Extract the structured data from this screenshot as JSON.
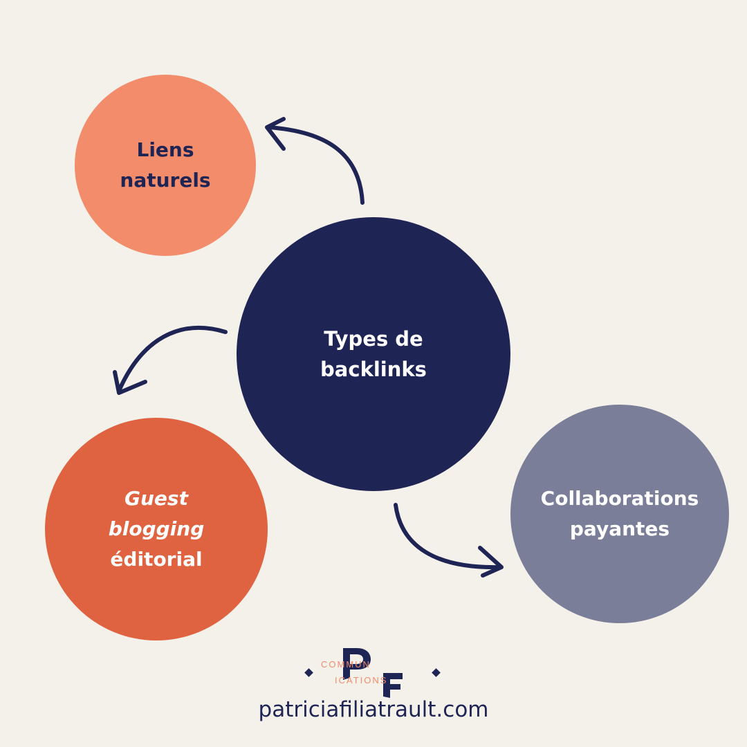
{
  "center": {
    "line1": "Types de",
    "line2": "backlinks"
  },
  "nodes": {
    "liens": {
      "line1": "Liens",
      "line2": "naturels"
    },
    "guest": {
      "line1": "Guest",
      "line2": "blogging",
      "line3": "éditorial"
    },
    "collab": {
      "line1": "Collaborations",
      "line2": "payantes"
    }
  },
  "logo": {
    "letters": "PF",
    "word": "COMMUNICATIONS",
    "part1": "COMMUN",
    "part2": "ICATIONS"
  },
  "footer": {
    "url": "patriciafiliatrault.com"
  },
  "colors": {
    "background": "#f4f1ea",
    "navy": "#1e2454",
    "salmon": "#f28c6b",
    "orange": "#e06341",
    "slate": "#7a7e98"
  }
}
